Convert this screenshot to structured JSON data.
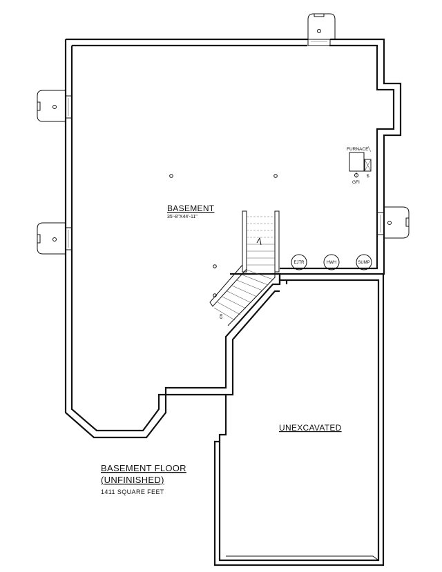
{
  "rooms": {
    "basement": {
      "name": "BASEMENT",
      "dimensions": "35'-8\"X44'-11\""
    },
    "unexcavated": {
      "name": "UNEXCAVATED"
    }
  },
  "equipment": {
    "furnace": "FURNACE",
    "gfi": "GFI",
    "ejtr": "EJTR",
    "hwh": "HWH",
    "sump": "SUMP"
  },
  "stairs": {
    "label": "dn"
  },
  "plan_title": {
    "line1": "BASEMENT FLOOR",
    "line2": "(UNFINISHED)",
    "area": "1411 SQUARE FEET"
  }
}
